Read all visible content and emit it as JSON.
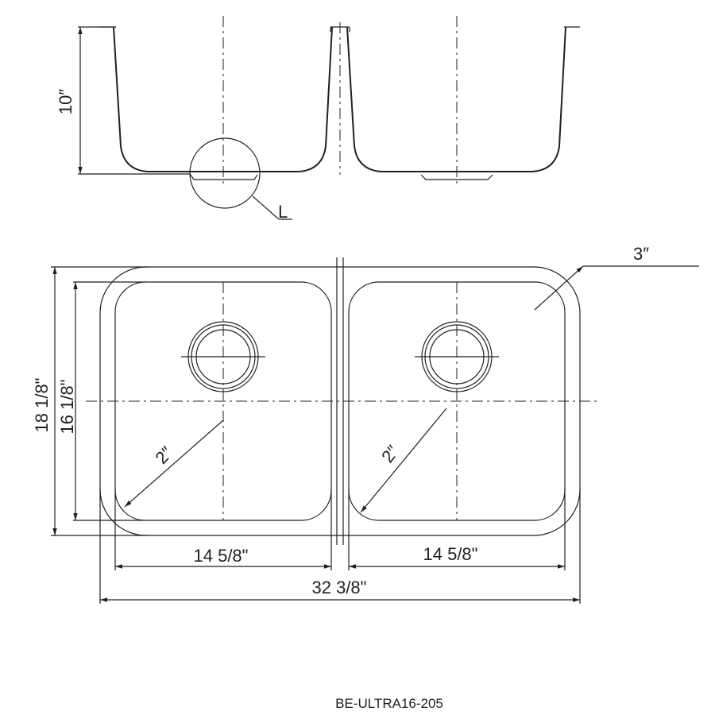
{
  "side_view": {
    "depth_label": "10″",
    "detail_callout": "L"
  },
  "top_view": {
    "corner_radius_label": "3″",
    "overall_width_label": "32 3/8\"",
    "left_bowl_width_label": "14 5/8\"",
    "right_bowl_width_label": "14 5/8\"",
    "outer_height_label": "18 1/8\"",
    "inner_height_label": "16 1/8\"",
    "left_inner_radius_label": "2″",
    "right_inner_radius_label": "2″"
  },
  "model_number": "BE-ULTRA16-205"
}
